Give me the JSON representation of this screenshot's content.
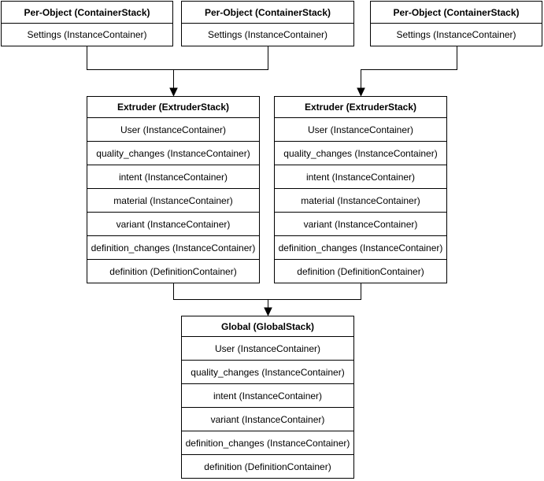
{
  "diagram": {
    "per_object_stacks": [
      {
        "title": "Per-Object (ContainerStack)",
        "rows": [
          "Settings (InstanceContainer)"
        ]
      },
      {
        "title": "Per-Object (ContainerStack)",
        "rows": [
          "Settings (InstanceContainer)"
        ]
      },
      {
        "title": "Per-Object (ContainerStack)",
        "rows": [
          "Settings (InstanceContainer)"
        ]
      }
    ],
    "extruder_stacks": [
      {
        "title": "Extruder (ExtruderStack)",
        "rows": [
          "User (InstanceContainer)",
          "quality_changes (InstanceContainer)",
          "intent (InstanceContainer)",
          "material (InstanceContainer)",
          "variant (InstanceContainer)",
          "definition_changes (InstanceContainer)",
          "definition (DefinitionContainer)"
        ]
      },
      {
        "title": "Extruder (ExtruderStack)",
        "rows": [
          "User (InstanceContainer)",
          "quality_changes (InstanceContainer)",
          "intent (InstanceContainer)",
          "material (InstanceContainer)",
          "variant (InstanceContainer)",
          "definition_changes (InstanceContainer)",
          "definition (DefinitionContainer)"
        ]
      }
    ],
    "global_stack": {
      "title": "Global (GlobalStack)",
      "rows": [
        "User (InstanceContainer)",
        "quality_changes (InstanceContainer)",
        "intent (InstanceContainer)",
        "variant (InstanceContainer)",
        "definition_changes (InstanceContainer)",
        "definition (DefinitionContainer)"
      ]
    },
    "colors": {
      "line": "#000000",
      "box_fill": "#ffffff",
      "text": "#000000"
    }
  }
}
